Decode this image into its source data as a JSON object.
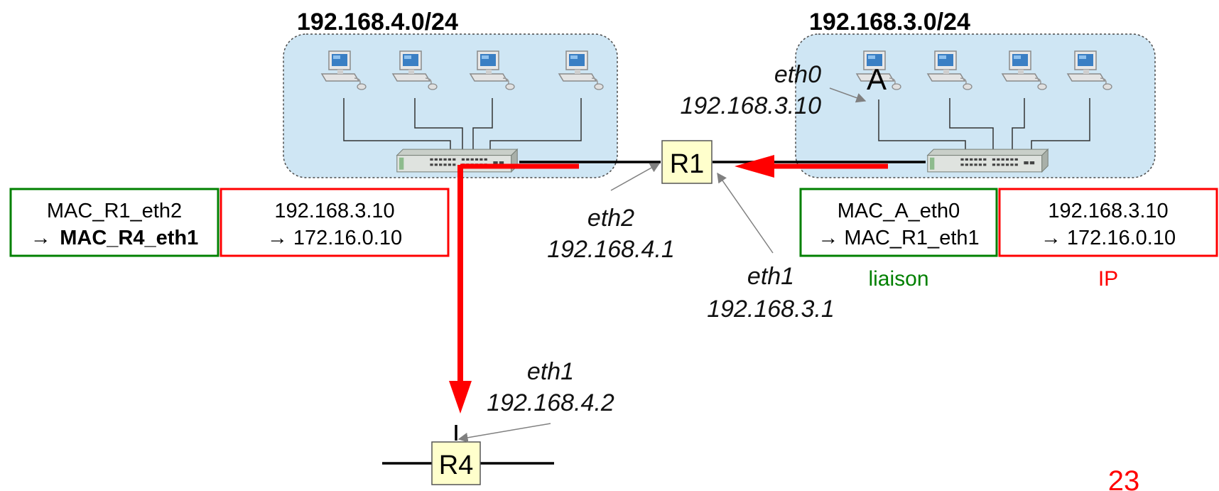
{
  "colors": {
    "subnet_fill": "#cfe6f4",
    "router_fill": "#ffffcc",
    "link_green": "#008000",
    "ip_red": "#ff0000",
    "path_red": "#ff0000",
    "pointer_gray": "#808080"
  },
  "subnets": [
    {
      "id": "left",
      "label": "192.168.4.0/24"
    },
    {
      "id": "right",
      "label": "192.168.3.0/24"
    }
  ],
  "host_a": {
    "label": "A",
    "iface": "eth0",
    "ip": "192.168.3.10"
  },
  "routers": {
    "r1": {
      "label": "R1",
      "eth2": {
        "iface": "eth2",
        "ip": "192.168.4.1"
      },
      "eth1": {
        "iface": "eth1",
        "ip": "192.168.3.1"
      }
    },
    "r4": {
      "label": "R4",
      "eth1": {
        "iface": "eth1",
        "ip": "192.168.4.2"
      }
    }
  },
  "left_frame": {
    "link": {
      "line1": "MAC_R1_eth2",
      "arrow": "→",
      "line2": "MAC_R4_eth1"
    },
    "ip": {
      "line1": "192.168.3.10",
      "line2": "→ 172.16.0.10"
    }
  },
  "right_frame": {
    "link": {
      "line1": "MAC_A_eth0",
      "line2": "→ MAC_R1_eth1"
    },
    "ip": {
      "line1": "192.168.3.10",
      "line2": "→ 172.16.0.10"
    }
  },
  "layer_labels": {
    "link": "liaison",
    "ip": "IP"
  },
  "slide_number": "23"
}
